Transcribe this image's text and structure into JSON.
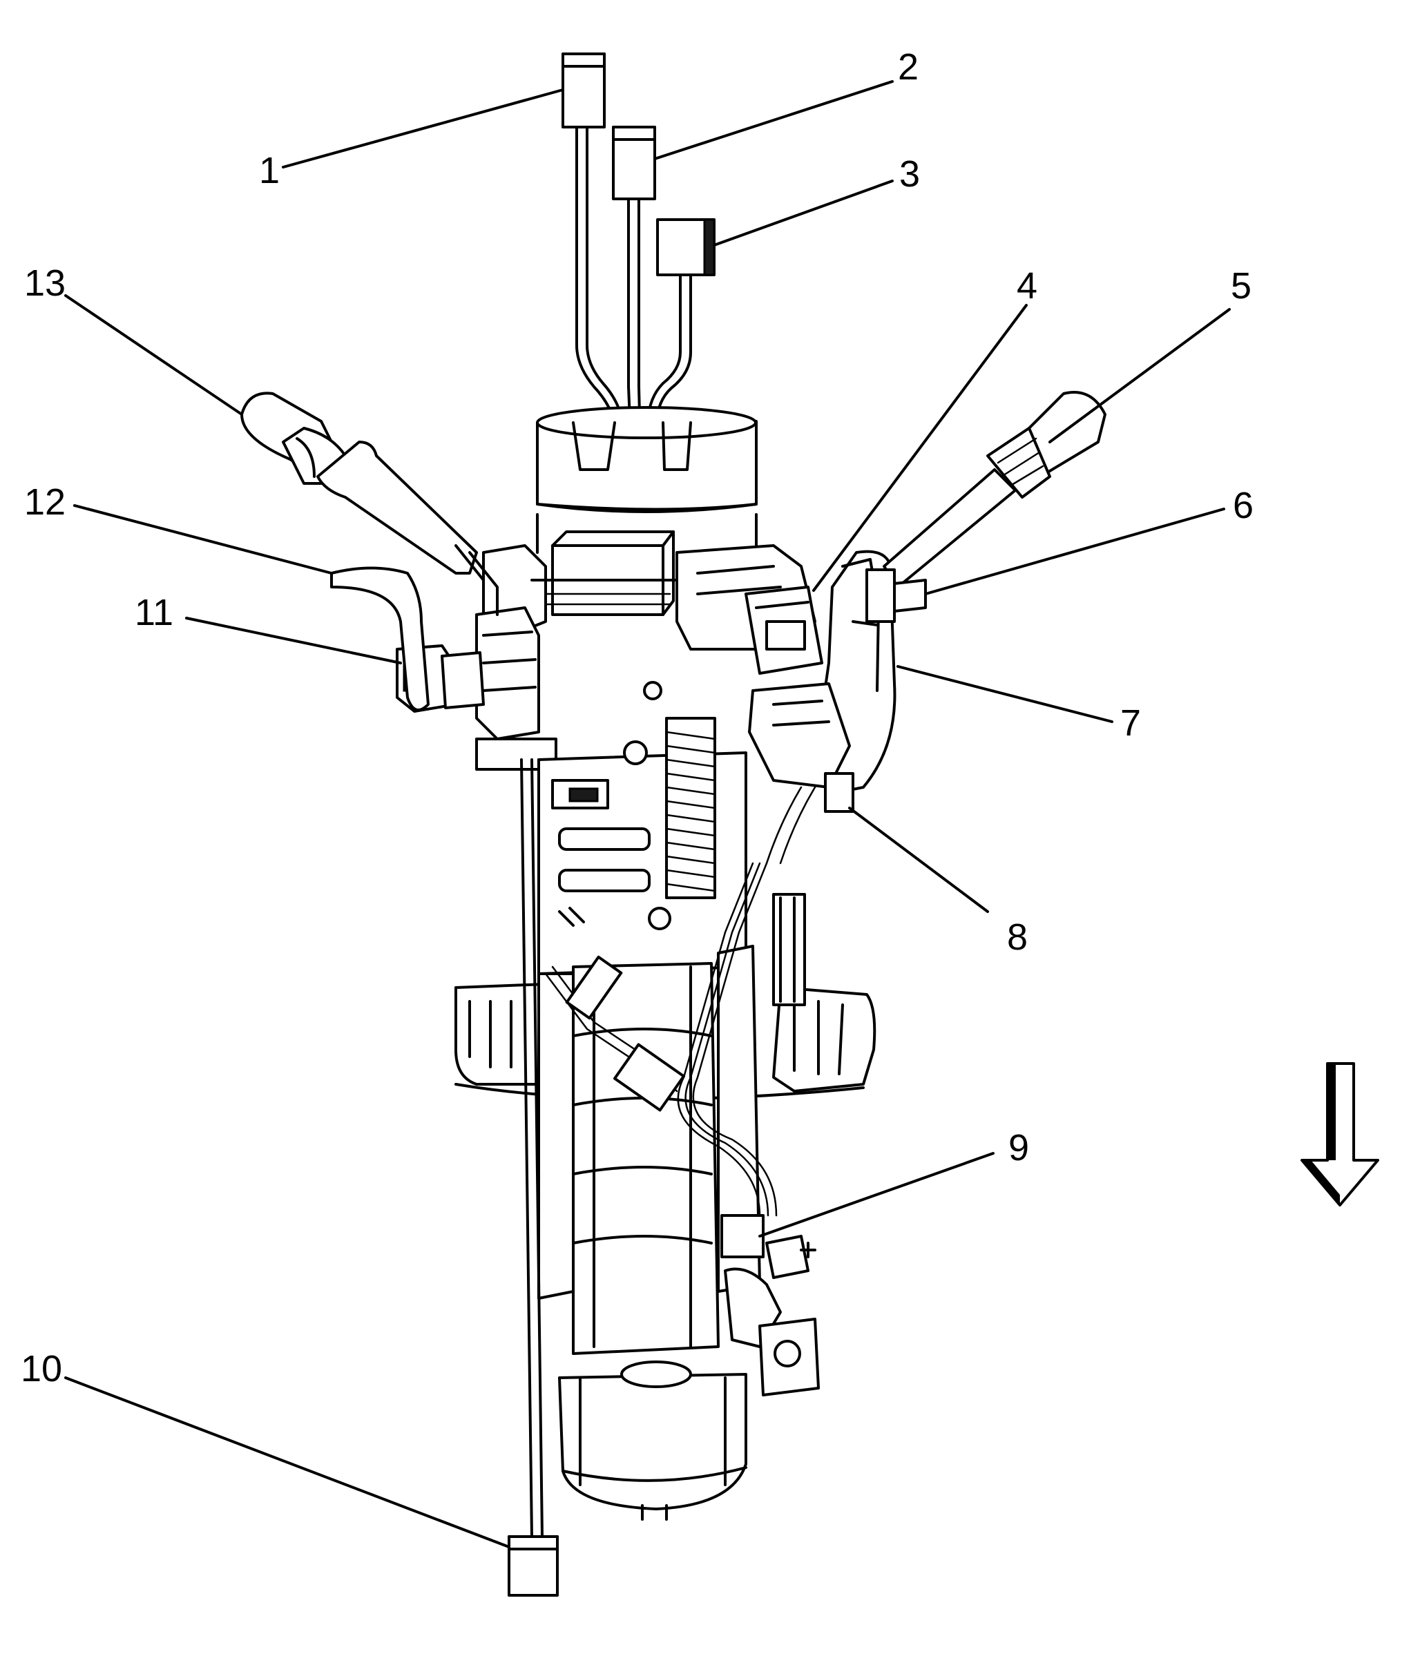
{
  "diagram": {
    "callouts": [
      {
        "id": "1",
        "label": "1"
      },
      {
        "id": "2",
        "label": "2"
      },
      {
        "id": "3",
        "label": "3"
      },
      {
        "id": "4",
        "label": "4"
      },
      {
        "id": "5",
        "label": "5"
      },
      {
        "id": "6",
        "label": "6"
      },
      {
        "id": "7",
        "label": "7"
      },
      {
        "id": "8",
        "label": "8"
      },
      {
        "id": "9",
        "label": "9"
      },
      {
        "id": "10",
        "label": "10"
      },
      {
        "id": "11",
        "label": "11"
      },
      {
        "id": "12",
        "label": "12"
      },
      {
        "id": "13",
        "label": "13"
      }
    ],
    "direction_arrow": "arrow-down-icon"
  }
}
